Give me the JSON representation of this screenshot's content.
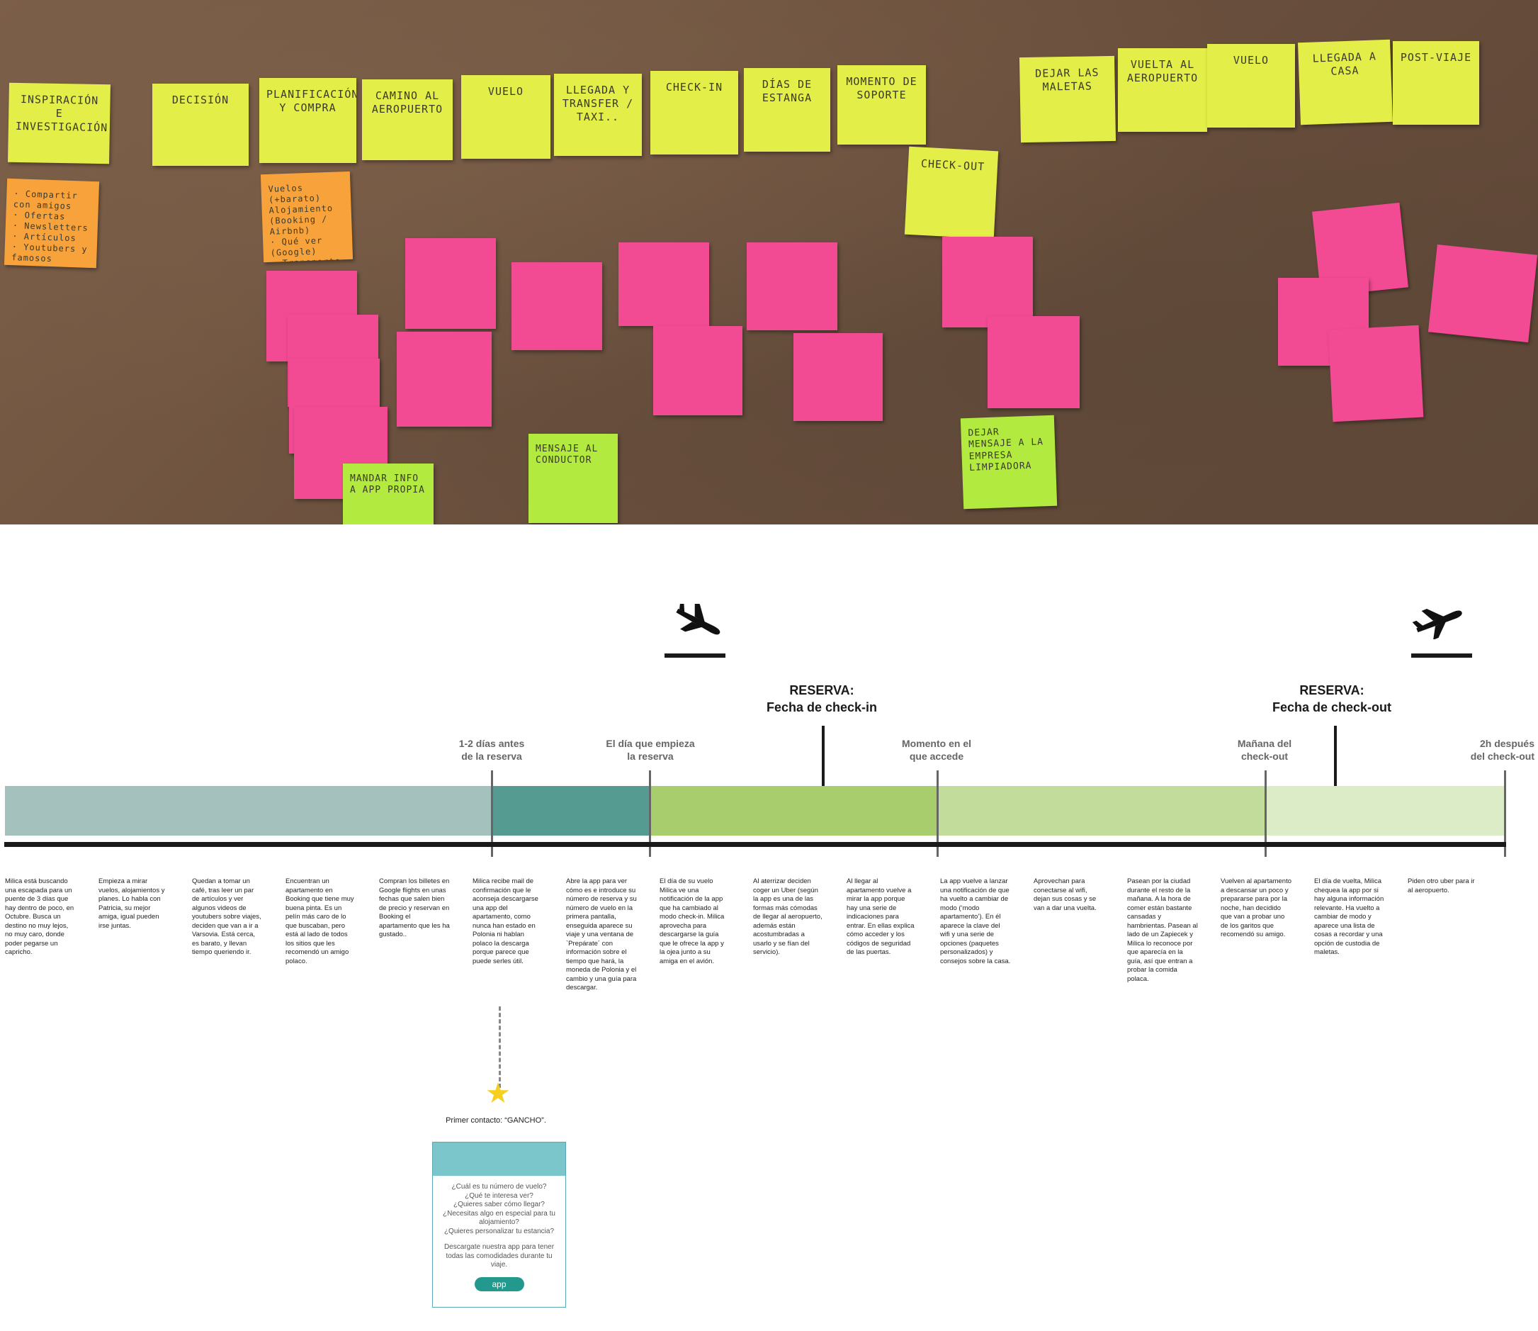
{
  "photo": {
    "stage_notes": [
      "Inspiración e investigación",
      "Decisión",
      "Planificación y compra",
      "Camino al aeropuerto",
      "Vuelo",
      "Llegada y transfer / taxi..",
      "Check-in",
      "Días de estanga",
      "Momento de soporte",
      "Check-out",
      "Dejar las maletas",
      "Vuelta al aeropuerto",
      "Vuelo",
      "Llegada a casa",
      "Post-viaje"
    ],
    "orange_notes": [
      "· Compartir con amigos\n· Ofertas\n· Newsletters\n· Artículos\n· Youtubers y famosos",
      "Vuelos (+barato)\nAlojamiento (Booking / Airbnb)\n· Qué ver (Google)\n· Transporte (Google)?"
    ],
    "green_notes": [
      "Mandar info a app propia",
      "Mensaje al conductor",
      "Dejar mensaje a la empresa limpiadora"
    ]
  },
  "timeline": {
    "reserva_checkin": {
      "title": "RESERVA:",
      "subtitle": "Fecha de check-in"
    },
    "reserva_checkout": {
      "title": "RESERVA:",
      "subtitle": "Fecha de check-out"
    },
    "markers": [
      "1-2 días antes\nde la reserva",
      "El día que empieza\nla reserva",
      "Momento en el\nque accede",
      "Mañana del\ncheck-out",
      "2h después\ndel check-out"
    ],
    "segment_colors": [
      "#a4c1bd",
      "#559b92",
      "#a8cd6c",
      "#c2dd9b",
      "#dcecc6"
    ],
    "descriptions": [
      "Milica está buscando una escapada para un puente de 3 días que hay dentro de poco, en Octubre. Busca un destino no muy lejos, no muy caro, donde poder pegarse un capricho.",
      "Empieza a mirar vuelos, alojamientos y planes. Lo habla con Patricia, su mejor amiga, igual pueden irse juntas.",
      "Quedan a tomar un café, tras leer un par de artículos y ver algunos videos de youtubers sobre viajes, deciden que van a ir a Varsovia. Está cerca, es barato, y llevan tiempo queriendo ir.",
      "Encuentran un apartamento en Booking que tiene muy buena pinta. Es un pelín más caro de lo que buscaban, pero está al lado de todos los sitios que les recomendó un amigo polaco.",
      "Compran los billetes en Google flights en unas fechas que salen bien de precio y reservan en Booking el apartamento que les ha gustado..",
      "Milica recibe mail de confirmación que le aconseja descargarse una app del apartamento, como nunca han estado en Polonia ni hablan polaco la descarga porque parece que puede serles útil.",
      "Abre la app para ver cómo es e introduce su número de reserva y su número de vuelo en la primera pantalla, enseguida aparece su viaje y una ventana de `Prepárate´ con información sobre el tiempo que hará, la moneda de Polonia y el cambio y una guía para descargar.",
      "El día de su vuelo Milica ve una notificación de la app que ha cambiado al modo check-in. Milica aprovecha para descargarse la guía que le ofrece la app y la ojea junto a su amiga en el avión.",
      "Al aterrizar deciden coger un Uber (según la app es una de las formas más cómodas de llegar al aeropuerto, además están acostumbradas a usarlo y se fían del servicio).",
      "Al llegar al apartamento vuelve a mirar la app porque hay una serie de indicaciones para entrar. En ellas explica cómo acceder y los códigos de seguridad de las puertas.",
      "La app vuelve a lanzar una notificación de que ha vuelto a cambiar de modo (‘modo apartamento’). En él aparece la clave del wifi y una serie de opciones (paquetes personalizados) y consejos sobre la casa.",
      "Aprovechan para conectarse al wifi, dejan sus cosas y se van a dar una vuelta.",
      "Pasean por la ciudad durante el resto de la mañana. A la hora de comer están bastante cansadas y hambrientas. Pasean al lado de un Zapiecek y Milica lo reconoce por que aparecía en la guía, así que entran a probar la comida polaca.",
      "Vuelven al apartamento a descansar un poco y prepararse para por la noche, han decidido que van a probar uno de los garitos que recomendó su amigo.",
      "El día de vuelta, Milica chequea la app por si hay alguna información relevante. Ha vuelto a cambiar de modo y aparece una lista de cosas a recordar y una opción de custodia de maletas.",
      "Piden otro uber para ir al aeropuerto."
    ],
    "first_contact": "Primer contacto:  “GANCHO”.",
    "card": {
      "questions": "¿Cuál es tu número de vuelo?\n¿Qué te interesa ver?\n¿Quieres saber cómo llegar?\n¿Necesitas algo en especial para tu alojamiento?\n¿Quieres personalizar tu estancia?",
      "cta": "Descargate nuestra app para tener todas las comodidades durante tu viaje.",
      "button": "app"
    }
  }
}
